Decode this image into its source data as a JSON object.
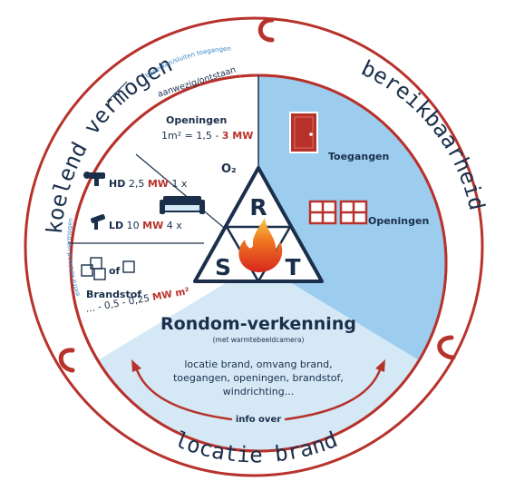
{
  "ring": {
    "left": "koelend vermogen",
    "right": "bereikbaarheid",
    "bottom": "locatie brand",
    "top_small": "beperken/sluiten toegangen",
    "left_small": "extra koelend vermogen"
  },
  "wedge": {
    "aanwezig": "aanwezig/ontstaan",
    "openingen_title": "Openingen",
    "openingen_m2": "1m² = 1,5 - ",
    "openingen_mw": "3 MW",
    "o2": "O₂",
    "hd_label": "HD",
    "hd_num": "2,5",
    "hd_mw": "MW",
    "hd_x": "1 x",
    "ld_label": "LD",
    "ld_num": "10",
    "ld_mw": "MW",
    "ld_x": "4 x",
    "of": "of",
    "brandstof": "Brandstof",
    "brandstof_range": "… - 0,5 - 0,25",
    "brandstof_unit": "MW m²"
  },
  "blue": {
    "toegangen": "Toegangen",
    "openingen": "Openingen"
  },
  "triangle": {
    "r": "R",
    "s": "S",
    "t": "T"
  },
  "bottom": {
    "title": "Rondom-verkenning",
    "subtitle": "(met warmtebeeldcamera)",
    "line1": "locatie brand, omvang brand,",
    "line2": "toegangen, openingen, brandstof,",
    "line3": "windrichting...",
    "info": "info over"
  },
  "colors": {
    "navy": "#1b2f4b",
    "red": "#b8322c",
    "light_blue": "#d4e8f6",
    "blue": "#9ccdef"
  }
}
